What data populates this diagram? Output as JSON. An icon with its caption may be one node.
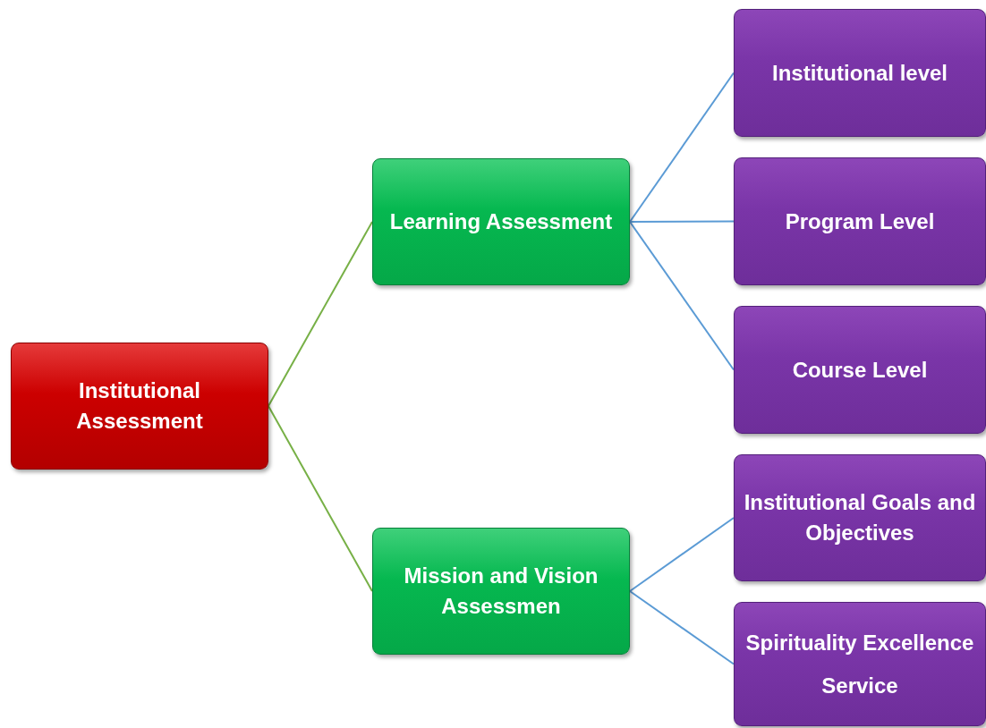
{
  "diagram": {
    "nodes": [
      {
        "text": [
          "Institutional Assessment"
        ]
      },
      {
        "text": [
          "Learning Assessment"
        ]
      },
      {
        "text": [
          "Mission and Vision Assessmen"
        ]
      },
      {
        "text": [
          "Institutional level"
        ]
      },
      {
        "text": [
          "Program Level"
        ]
      },
      {
        "text": [
          "Course Level"
        ]
      },
      {
        "text": [
          "Institutional Goals and Objectives"
        ]
      },
      {
        "text": [
          "Spirituality Excellence",
          "Service"
        ]
      }
    ],
    "edges": [
      {
        "from": 0,
        "to": 1,
        "arrow": "none",
        "color": "#77b046"
      },
      {
        "from": 0,
        "to": 2,
        "arrow": "none",
        "color": "#77b046"
      },
      {
        "from": 1,
        "to": 3,
        "arrow": "none"
      },
      {
        "from": 1,
        "to": 4,
        "arrow": "none"
      },
      {
        "from": 1,
        "to": 5,
        "arrow": "none"
      },
      {
        "from": 2,
        "to": 6,
        "arrow": "none"
      },
      {
        "from": 2,
        "to": 7,
        "arrow": "none"
      }
    ]
  }
}
